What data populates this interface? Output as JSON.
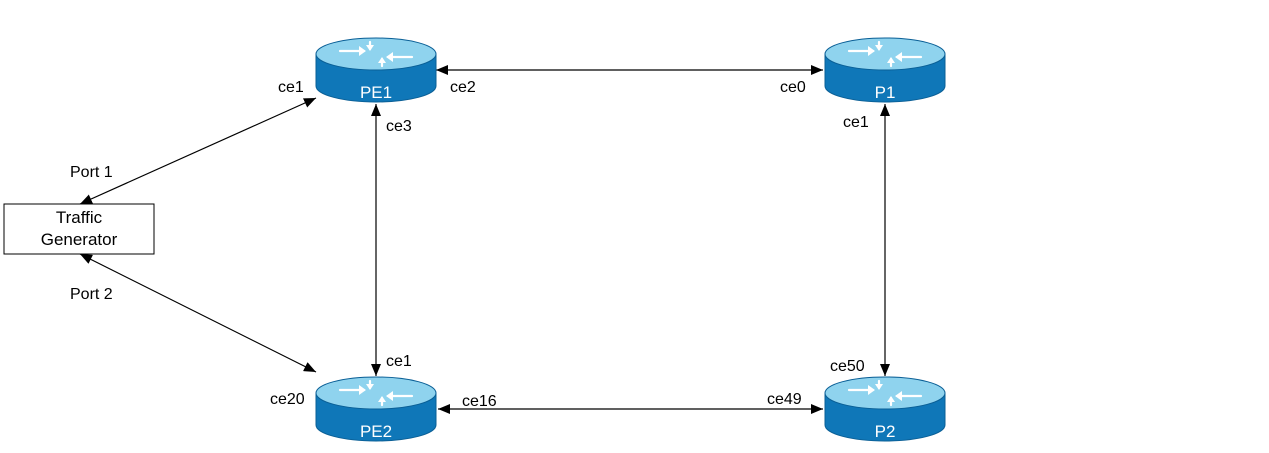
{
  "colors": {
    "router_top": "#8fd3ee",
    "router_body": "#0f77b8",
    "router_edge": "#0a5f96",
    "link": "#000000"
  },
  "traffic_generator": {
    "line1": "Traffic",
    "line2": "Generator",
    "port1": "Port 1",
    "port2": "Port 2"
  },
  "routers": {
    "pe1": {
      "name": "PE1",
      "icon": "router-icon"
    },
    "p1": {
      "name": "P1",
      "icon": "router-icon"
    },
    "pe2": {
      "name": "PE2",
      "icon": "router-icon"
    },
    "p2": {
      "name": "P2",
      "icon": "router-icon"
    }
  },
  "interfaces": {
    "pe1_tg": "ce1",
    "pe1_p1": "ce2",
    "pe1_pe2": "ce3",
    "p1_pe1": "ce0",
    "p1_p2": "ce1",
    "pe2_pe1": "ce1",
    "pe2_tg": "ce20",
    "pe2_p2": "ce16",
    "p2_pe2": "ce49",
    "p2_p1": "ce50"
  }
}
